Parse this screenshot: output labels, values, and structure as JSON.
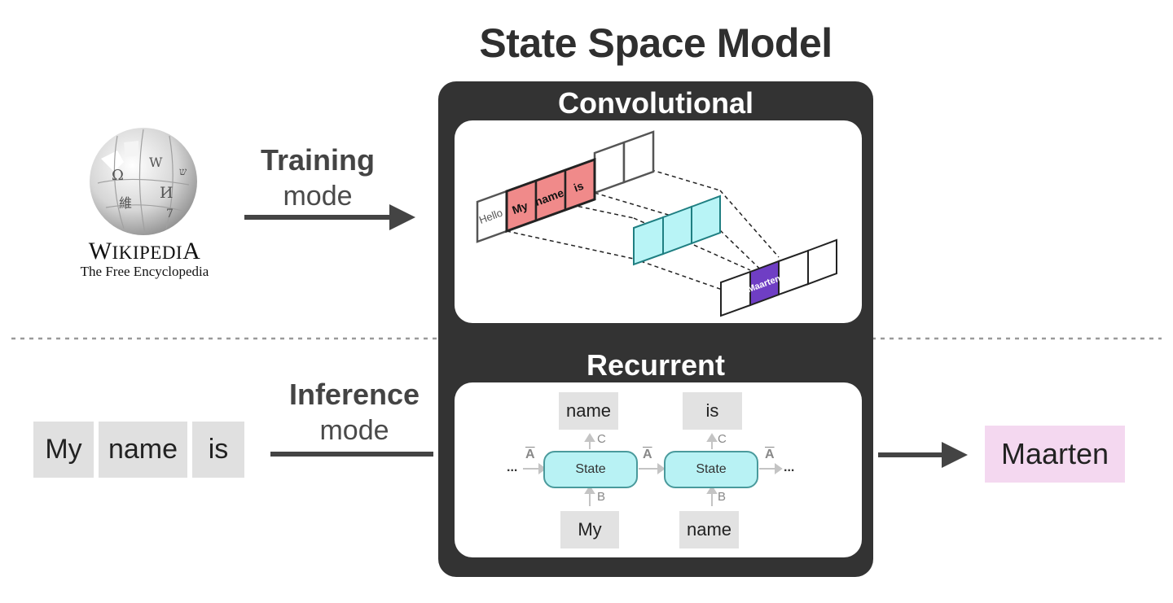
{
  "title": "State Space Model",
  "convolutional": {
    "heading": "Convolutional",
    "input_tokens": [
      "Hello",
      "My",
      "name",
      "is"
    ],
    "output_token": "Maarten"
  },
  "recurrent": {
    "heading": "Recurrent",
    "top_tokens": [
      "name",
      "is"
    ],
    "bottom_tokens": [
      "My",
      "name"
    ],
    "state_label": "State",
    "c_label": "C",
    "b_label": "B",
    "a_label": "A",
    "ellipsis": "..."
  },
  "training": {
    "bold": "Training",
    "light": "mode"
  },
  "inference": {
    "bold": "Inference",
    "light": "mode"
  },
  "input_tokens": [
    "My",
    "name",
    "is"
  ],
  "output_token": "Maarten",
  "wikipedia": {
    "wordmark": "Wikipedia",
    "tagline": "The Free Encyclopedia"
  },
  "colors": {
    "panel": "#333333",
    "highlight_red": "#f08a8a",
    "kernel_cyan": "#b8f4f6",
    "output_purple": "#6f3ec4",
    "output_pink": "#f4d8f0",
    "state_cyan": "#b8f2f4"
  }
}
